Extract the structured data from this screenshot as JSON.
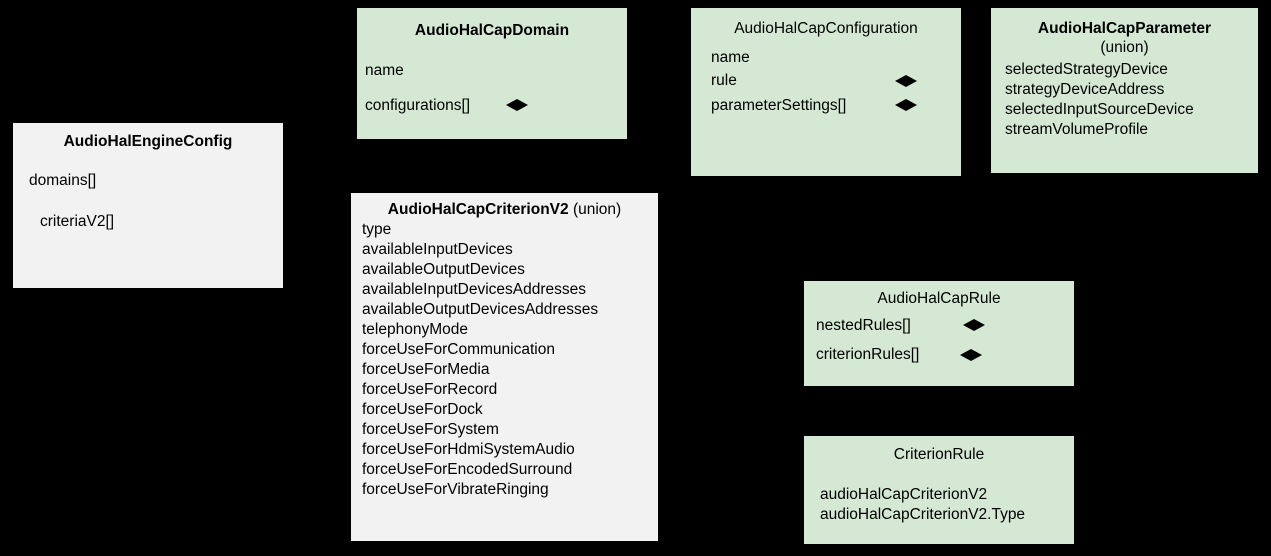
{
  "diagram": {
    "background_color": "#000000",
    "box_fill_gray": "#f2f2f2",
    "box_fill_green": "#d5e8d4",
    "accent_text_color": "#3b7d3b"
  },
  "classes": {
    "engine_config": {
      "title": "AudioHalEngineConfig",
      "attributes": [
        {
          "name": "domains[]",
          "highlighted": true
        },
        {
          "name": "criteriaV2[]",
          "highlighted": false
        }
      ]
    },
    "cap_domain": {
      "title": "AudioHalCapDomain",
      "attributes": [
        {
          "name": "name",
          "composite": false
        },
        {
          "name": "configurations[]",
          "composite": true
        }
      ]
    },
    "cap_configuration": {
      "title": "AudioHalCapConfiguration",
      "attributes": [
        {
          "name": "name",
          "composite": false
        },
        {
          "name": "rule",
          "composite": true
        },
        {
          "name": "parameterSettings[]",
          "composite": true
        }
      ]
    },
    "cap_parameter": {
      "title": "AudioHalCapParameter",
      "subtitle": "(union)",
      "attributes": [
        "selectedStrategyDevice",
        "strategyDeviceAddress",
        "selectedInputSourceDevice",
        "streamVolumeProfile"
      ]
    },
    "cap_criterion_v2": {
      "title": "AudioHalCapCriterionV2",
      "title_suffix": "(union)",
      "attributes": [
        "type",
        "availableInputDevices",
        "availableOutputDevices",
        "availableInputDevicesAddresses",
        "availableOutputDevicesAddresses",
        "telephonyMode",
        "forceUseForCommunication",
        "forceUseForMedia",
        "forceUseForRecord",
        "forceUseForDock",
        "forceUseForSystem",
        "forceUseForHdmiSystemAudio",
        "forceUseForEncodedSurround",
        "forceUseForVibrateRinging"
      ]
    },
    "cap_rule": {
      "title": "AudioHalCapRule",
      "attributes": [
        {
          "name": "nestedRules[]",
          "composite": true
        },
        {
          "name": "criterionRules[]",
          "composite": true
        }
      ]
    },
    "criterion_rule": {
      "title": "CriterionRule",
      "attributes": [
        "audioHalCapCriterionV2",
        "audioHalCapCriterionV2.Type"
      ]
    }
  }
}
